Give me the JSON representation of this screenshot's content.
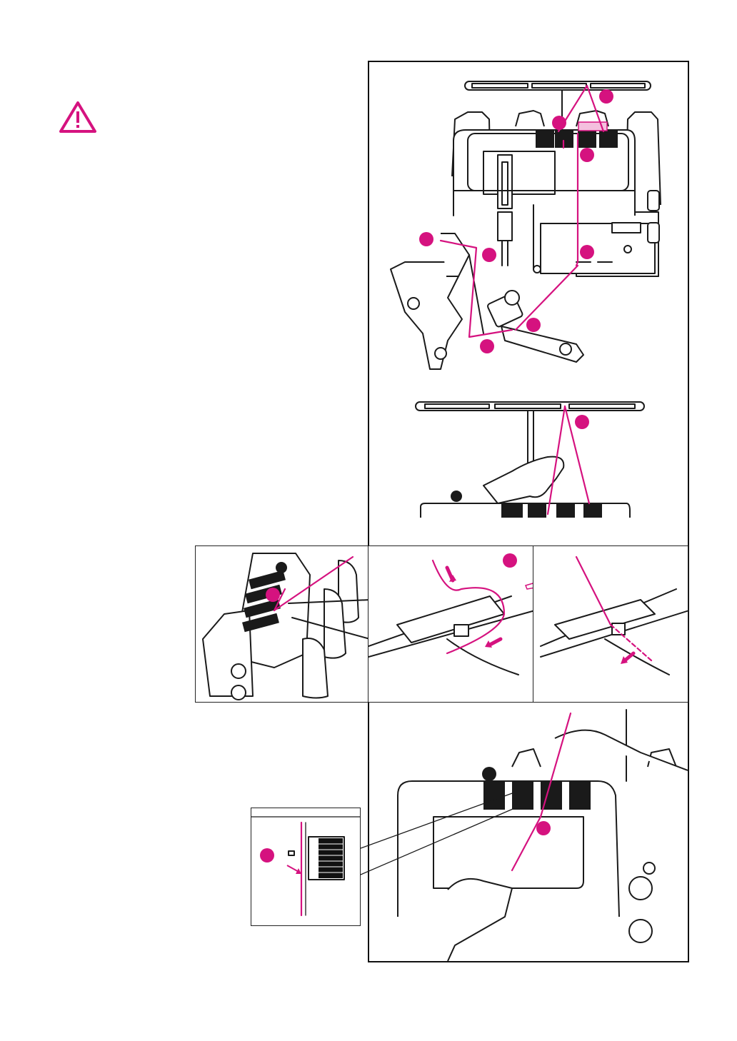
{
  "page": {
    "warning_icon": "warning-triangle-icon",
    "accent_color": "#d5127f",
    "line_color": "#1a1a1a"
  },
  "figures": [
    {
      "id": "threading-overview",
      "description_icon": "overlock-machine-threading-diagram",
      "markers": 8
    },
    {
      "id": "thread-guide-bar",
      "description_icon": "thread-guide-hand",
      "markers": 1
    },
    {
      "id": "tension-dial-detail",
      "description_icon": "machine-top-tension-dials",
      "markers": 1
    },
    {
      "id": "thread-insert-step-1",
      "description_icon": "thread-slot-arrow",
      "markers": 1
    },
    {
      "id": "thread-insert-step-2",
      "description_icon": "thread-slot-pull",
      "markers": 0
    },
    {
      "id": "tension-disc-threading",
      "description_icon": "hands-threading-tension-discs",
      "markers": 1
    },
    {
      "id": "tension-disc-closeup",
      "description_icon": "tension-disc-closeup",
      "markers": 1
    }
  ]
}
